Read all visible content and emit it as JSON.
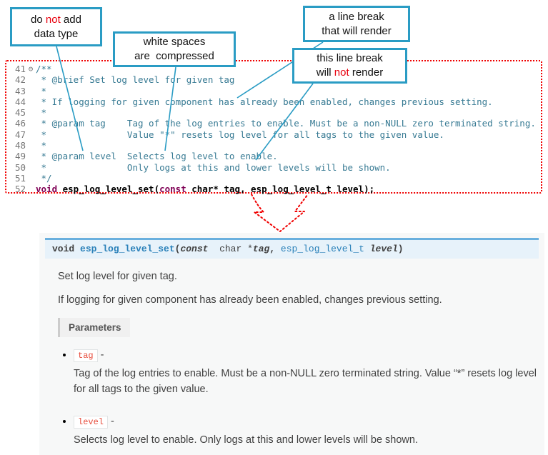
{
  "colors": {
    "callout_border": "#2a9cc4",
    "connector_line": "#2a9cc4",
    "dotted_red": "#f00000",
    "code_comment": "#377a93",
    "code_keyword": "#7f0055",
    "sig_background": "#e7f2fa",
    "sig_top_border": "#6ab0de",
    "literal_red": "#e74c3c"
  },
  "callouts": {
    "no_datatype": {
      "pre": "do ",
      "em": "not",
      "post": " add",
      "line2": "data type"
    },
    "whitespace": {
      "line1": "white spaces",
      "line2": "are  compressed"
    },
    "break_render": {
      "line1": "a line break",
      "line2": "that will render"
    },
    "break_no_render": {
      "line1": "this line break",
      "pre": "will ",
      "em": "not",
      "post": " render"
    }
  },
  "code": {
    "fold_icon": "⊖",
    "lines": [
      {
        "num": "41",
        "text": "/**"
      },
      {
        "num": "42",
        "text": " * @brief Set log level for given tag"
      },
      {
        "num": "43",
        "text": " *"
      },
      {
        "num": "44",
        "text": " * If logging for given component has already been enabled, changes previous setting."
      },
      {
        "num": "45",
        "text": " *"
      },
      {
        "num": "46",
        "text": " * @param tag    Tag of the log entries to enable. Must be a non-NULL zero terminated string."
      },
      {
        "num": "47",
        "text": " *               Value \"*\" resets log level for all tags to the given value."
      },
      {
        "num": "48",
        "text": " *"
      },
      {
        "num": "49",
        "text": " * @param level  Selects log level to enable."
      },
      {
        "num": "50",
        "text": " *               Only logs at this and lower levels will be shown."
      },
      {
        "num": "51",
        "text": " */"
      }
    ],
    "line52": {
      "num": "52",
      "kw1": "void",
      "name": " esp_log_level_set",
      "p1": "(",
      "kw2": "const",
      "rest": " char* tag, esp_log_level_t level);"
    }
  },
  "doc": {
    "signature": {
      "ret": "void ",
      "name": "esp_log_level_set",
      "p_open": "(",
      "kw_const": "const",
      "type1": "  char *",
      "param1": "tag",
      "comma": ", ",
      "type2": "esp_log_level_t",
      "space": " ",
      "param2": "level",
      "p_close": ")"
    },
    "brief": "Set log level for given tag.",
    "description": "If logging for given component has already been enabled, changes previous setting.",
    "parameters_label": "Parameters",
    "params": [
      {
        "name": "tag",
        "dash": "-",
        "desc": "Tag of the log entries to enable. Must be a non-NULL zero terminated string. Value “*” resets log level for all tags to the given value."
      },
      {
        "name": "level",
        "dash": "-",
        "desc": "Selects log level to enable. Only logs at this and lower levels will be shown."
      }
    ]
  }
}
